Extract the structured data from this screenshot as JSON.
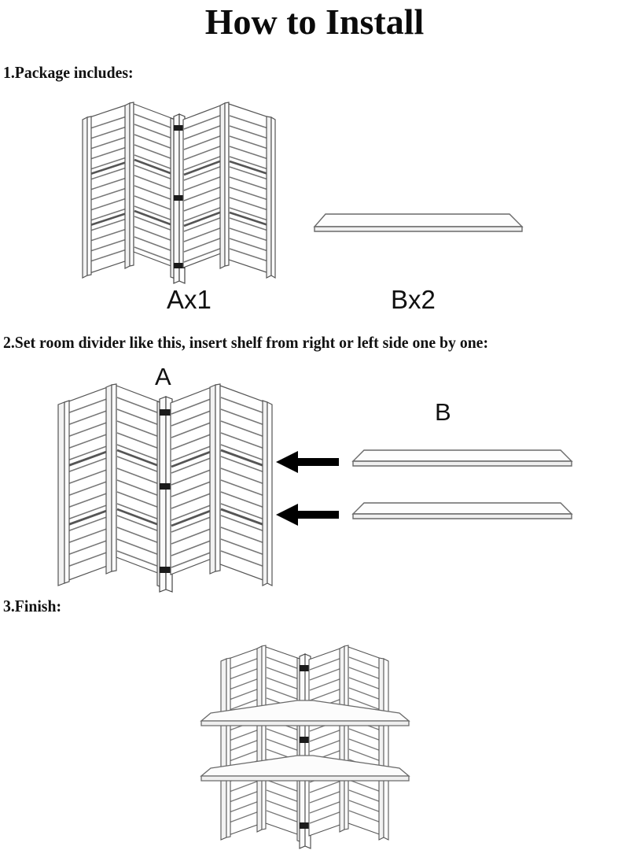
{
  "document": {
    "title": "How to Install",
    "type": "assembly-instruction-sheet",
    "product": "4-panel louvered room divider with 2 insert shelves"
  },
  "steps": [
    {
      "number": "1",
      "text": "1.Package includes:",
      "parts": [
        {
          "id": "A",
          "label": "Ax1",
          "name": "room-divider",
          "quantity": 1
        },
        {
          "id": "B",
          "label": "Bx2",
          "name": "shelf",
          "quantity": 2
        }
      ]
    },
    {
      "number": "2",
      "text": "2.Set room divider like this, insert shelf from right or left side one by one:",
      "labels": [
        {
          "id": "A",
          "label": "A",
          "name": "room-divider"
        },
        {
          "id": "B",
          "label": "B",
          "name": "shelf"
        }
      ],
      "arrows": 2,
      "shelves": 2
    },
    {
      "number": "3",
      "text": "3.Finish:",
      "result": "divider with 2 shelves installed"
    }
  ],
  "divider": {
    "panels": 4,
    "hinges": 3,
    "louvers_per_section": 14,
    "rails": 2
  },
  "colors": {
    "ink": "#111111",
    "line": "#4a4a4a",
    "louver": "#6b6b6b",
    "fill": "#ffffff",
    "shade": "#e9e9e9",
    "hinge": "#1a1a1a"
  }
}
